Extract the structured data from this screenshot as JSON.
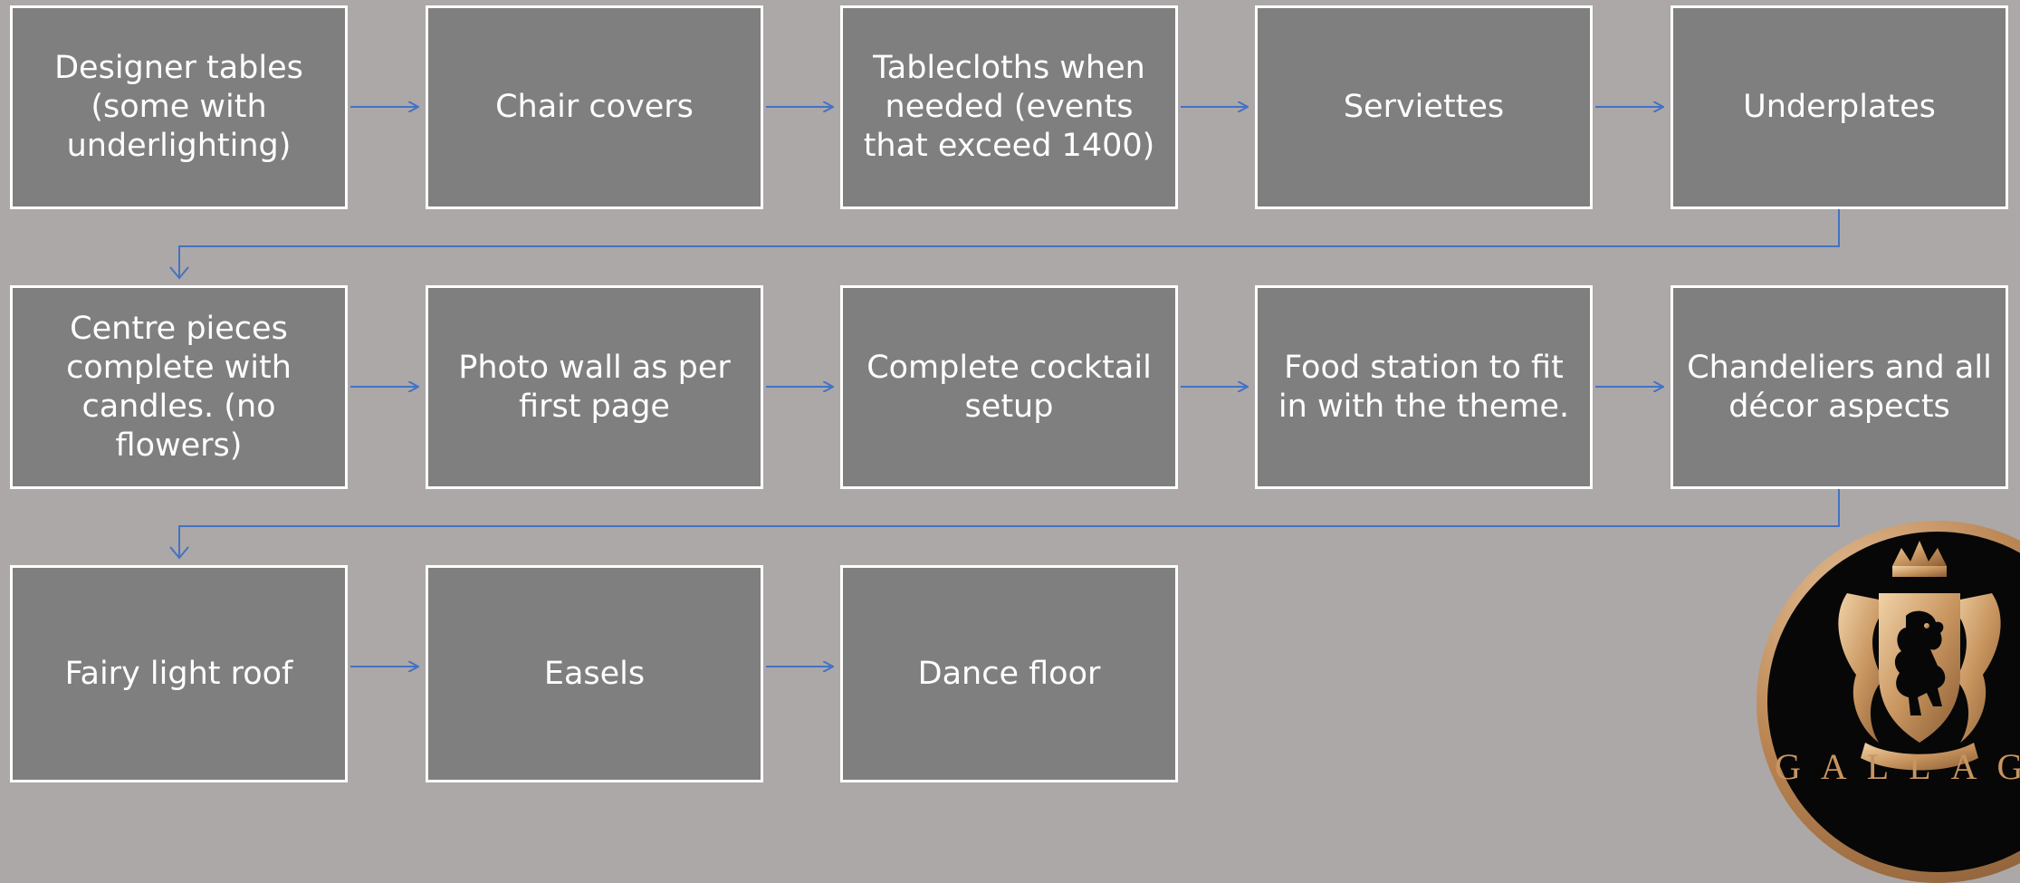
{
  "flow": {
    "row1": [
      "Designer tables (some with underlighting)",
      "Chair covers",
      "Tablecloths when needed (events that exceed 1400)",
      "Serviettes",
      "Underplates"
    ],
    "row2": [
      "Centre pieces complete with candles. (no flowers)",
      "Photo wall as per first page",
      "Complete cocktail setup",
      "Food station to fit in with the theme.",
      "Chandeliers and all décor aspects"
    ],
    "row3": [
      "Fairy light roof",
      "Easels",
      "Dance floor"
    ]
  },
  "logo": {
    "text": "GALLAG",
    "icon": "lion-crest-icon"
  },
  "colors": {
    "background": "#aca8a7",
    "box_fill": "#7f7f7f",
    "box_border": "#ffffff",
    "arrow": "#4472c4",
    "logo_gold": "#c8955f"
  }
}
